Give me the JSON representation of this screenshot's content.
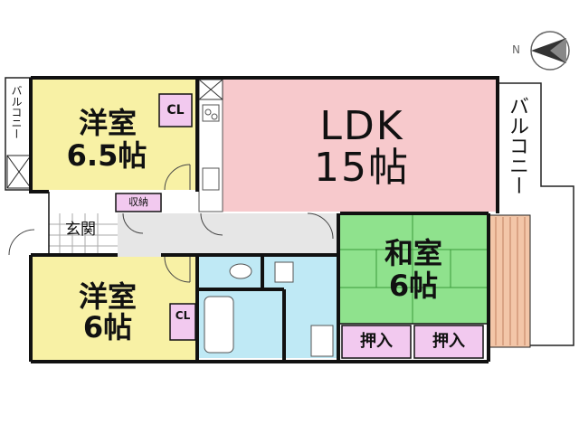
{
  "rooms": {
    "western1": {
      "name": "洋室",
      "size": "6.5帖"
    },
    "ldk": {
      "name": "LDK",
      "size": "15帖"
    },
    "western2": {
      "name": "洋室",
      "size": "6帖"
    },
    "japanese": {
      "name": "和室",
      "size": "6帖"
    }
  },
  "closets": {
    "cl1": "CL",
    "cl2": "CL",
    "storage": "収納"
  },
  "entrance": "玄関",
  "oshiire": [
    "押入",
    "押入"
  ],
  "balconies": {
    "left": "バルコニー",
    "right": "バルコニー"
  },
  "compass": {
    "label": "N"
  },
  "colors": {
    "western": "#f8f1a5",
    "ldk": "#f7c9cc",
    "japanese": "#8fe28d",
    "wet": "#bfe9f5",
    "corridor": "#e6e6e6",
    "closet": "#f2c9ef",
    "balcony_floor": "#f3c6a8",
    "wall": "#111111"
  }
}
